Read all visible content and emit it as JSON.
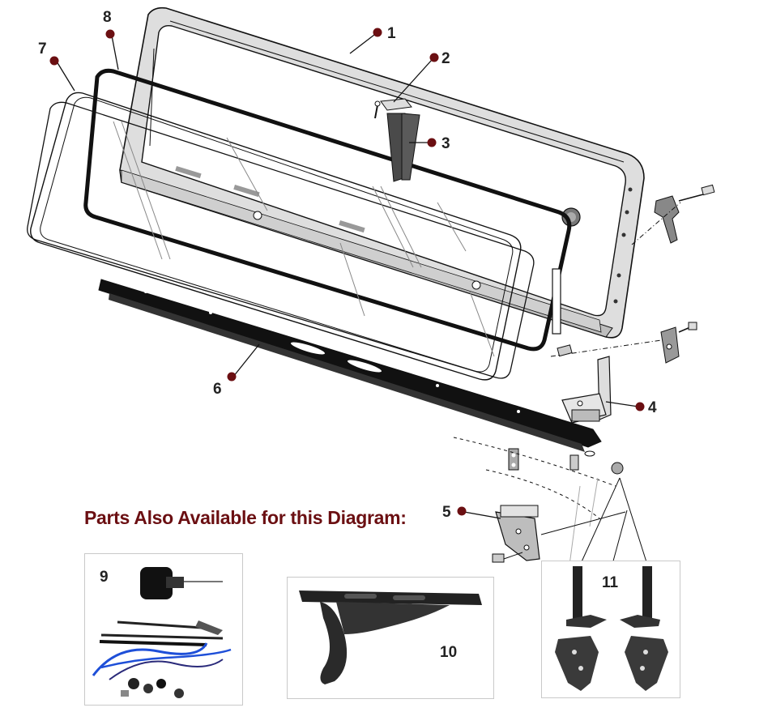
{
  "callouts": [
    {
      "id": "1",
      "label": "1"
    },
    {
      "id": "2",
      "label": "2"
    },
    {
      "id": "3",
      "label": "3"
    },
    {
      "id": "4",
      "label": "4"
    },
    {
      "id": "5",
      "label": "5"
    },
    {
      "id": "6",
      "label": "6"
    },
    {
      "id": "7",
      "label": "7"
    },
    {
      "id": "8",
      "label": "8"
    }
  ],
  "also_available": {
    "title": "Parts Also Available for this Diagram:",
    "panels": [
      {
        "label": "9"
      },
      {
        "label": "10"
      },
      {
        "label": "11"
      }
    ]
  },
  "colors": {
    "callout_dot": "#6b0f12",
    "title": "#6b0f12",
    "frame_fill": "#dcdcdc",
    "frame_dark": "#b8b8b8",
    "wire_blue": "#1e4fd8"
  }
}
